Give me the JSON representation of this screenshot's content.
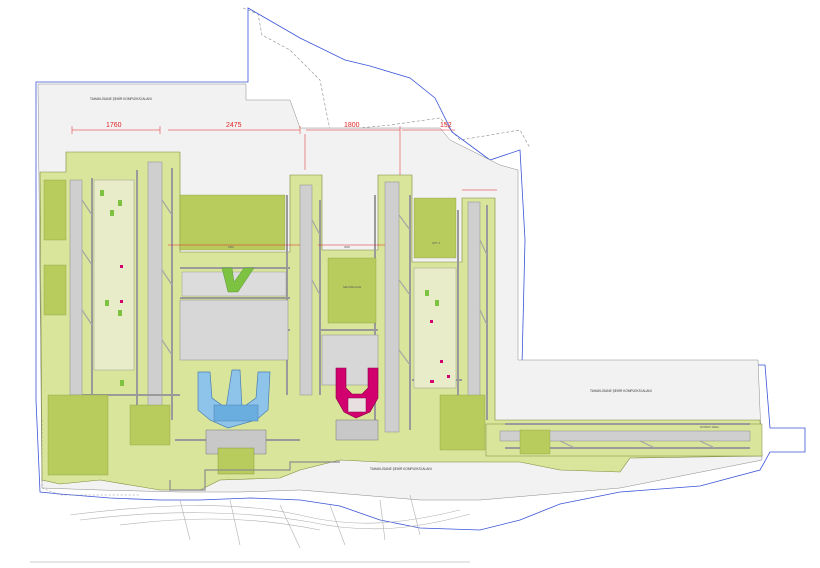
{
  "dimensions": {
    "d1": "1760",
    "d2": "2475",
    "d3": "1800",
    "d4": "152"
  },
  "labels": {
    "zone_top": "TAHAKLİSANE ŞEHİR KOMPLEKSİ ALANI",
    "zone_right": "TAHAKLİSANE ŞEHİR KOMPLEKSİ ALANI",
    "zone_bottom": "TAHAKLİSANE ŞEHİR KOMPLEKSİ ALANI",
    "zone_center": "SECURE ALAN",
    "apron_a": "1800",
    "apron_b": "3000",
    "apron_c": "OPT. 3",
    "runway_label": "RUNWAY AREA"
  },
  "colors": {
    "land": "#d9e59a",
    "land_dark": "#b8cc5e",
    "pavement": "#c9c9c9",
    "pavement_dark": "#9e9e9e",
    "terminal_blue": "#8fc4ea",
    "terminal_magenta": "#d2006e",
    "boundary_blue": "#3a55d8",
    "outline": "#555555",
    "dimension_red": "#e02424",
    "green_area": "#7dc241"
  }
}
